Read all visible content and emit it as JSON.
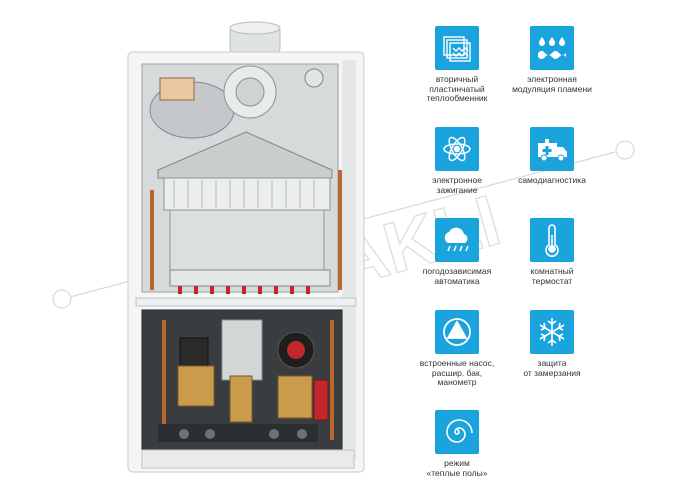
{
  "watermark": {
    "text": "AKLI"
  },
  "colors": {
    "accent": "#1ba3dd",
    "boiler_body": "#f4f5f4",
    "copper": "#b8682f",
    "brass": "#c99b4a",
    "pump_red": "#c0282d"
  },
  "illustration": {
    "name": "gas-boiler-cutaway-image"
  },
  "features": [
    {
      "icon": "plate-heat-exchanger-icon",
      "label": "вторичный\nпластинчатый\nтеплообменник"
    },
    {
      "icon": "water-drops-icon",
      "label": "электронная\nмодуляция пламени"
    },
    {
      "icon": "atom-icon",
      "label": "электронное\nзажигание"
    },
    {
      "icon": "ambulance-icon",
      "label": "самодиагностика"
    },
    {
      "icon": "cloud-rain-icon",
      "label": "погодозависимая\nавтоматика"
    },
    {
      "icon": "thermometer-icon",
      "label": "комнатный\nтермостат"
    },
    {
      "icon": "pump-icon",
      "label": "встроенные насос,\nрасшир. бак,\nманометр"
    },
    {
      "icon": "snowflake-icon",
      "label": "защита\nот замерзания"
    },
    {
      "icon": "spiral-icon",
      "label": "режим\n«теплые полы»"
    }
  ]
}
